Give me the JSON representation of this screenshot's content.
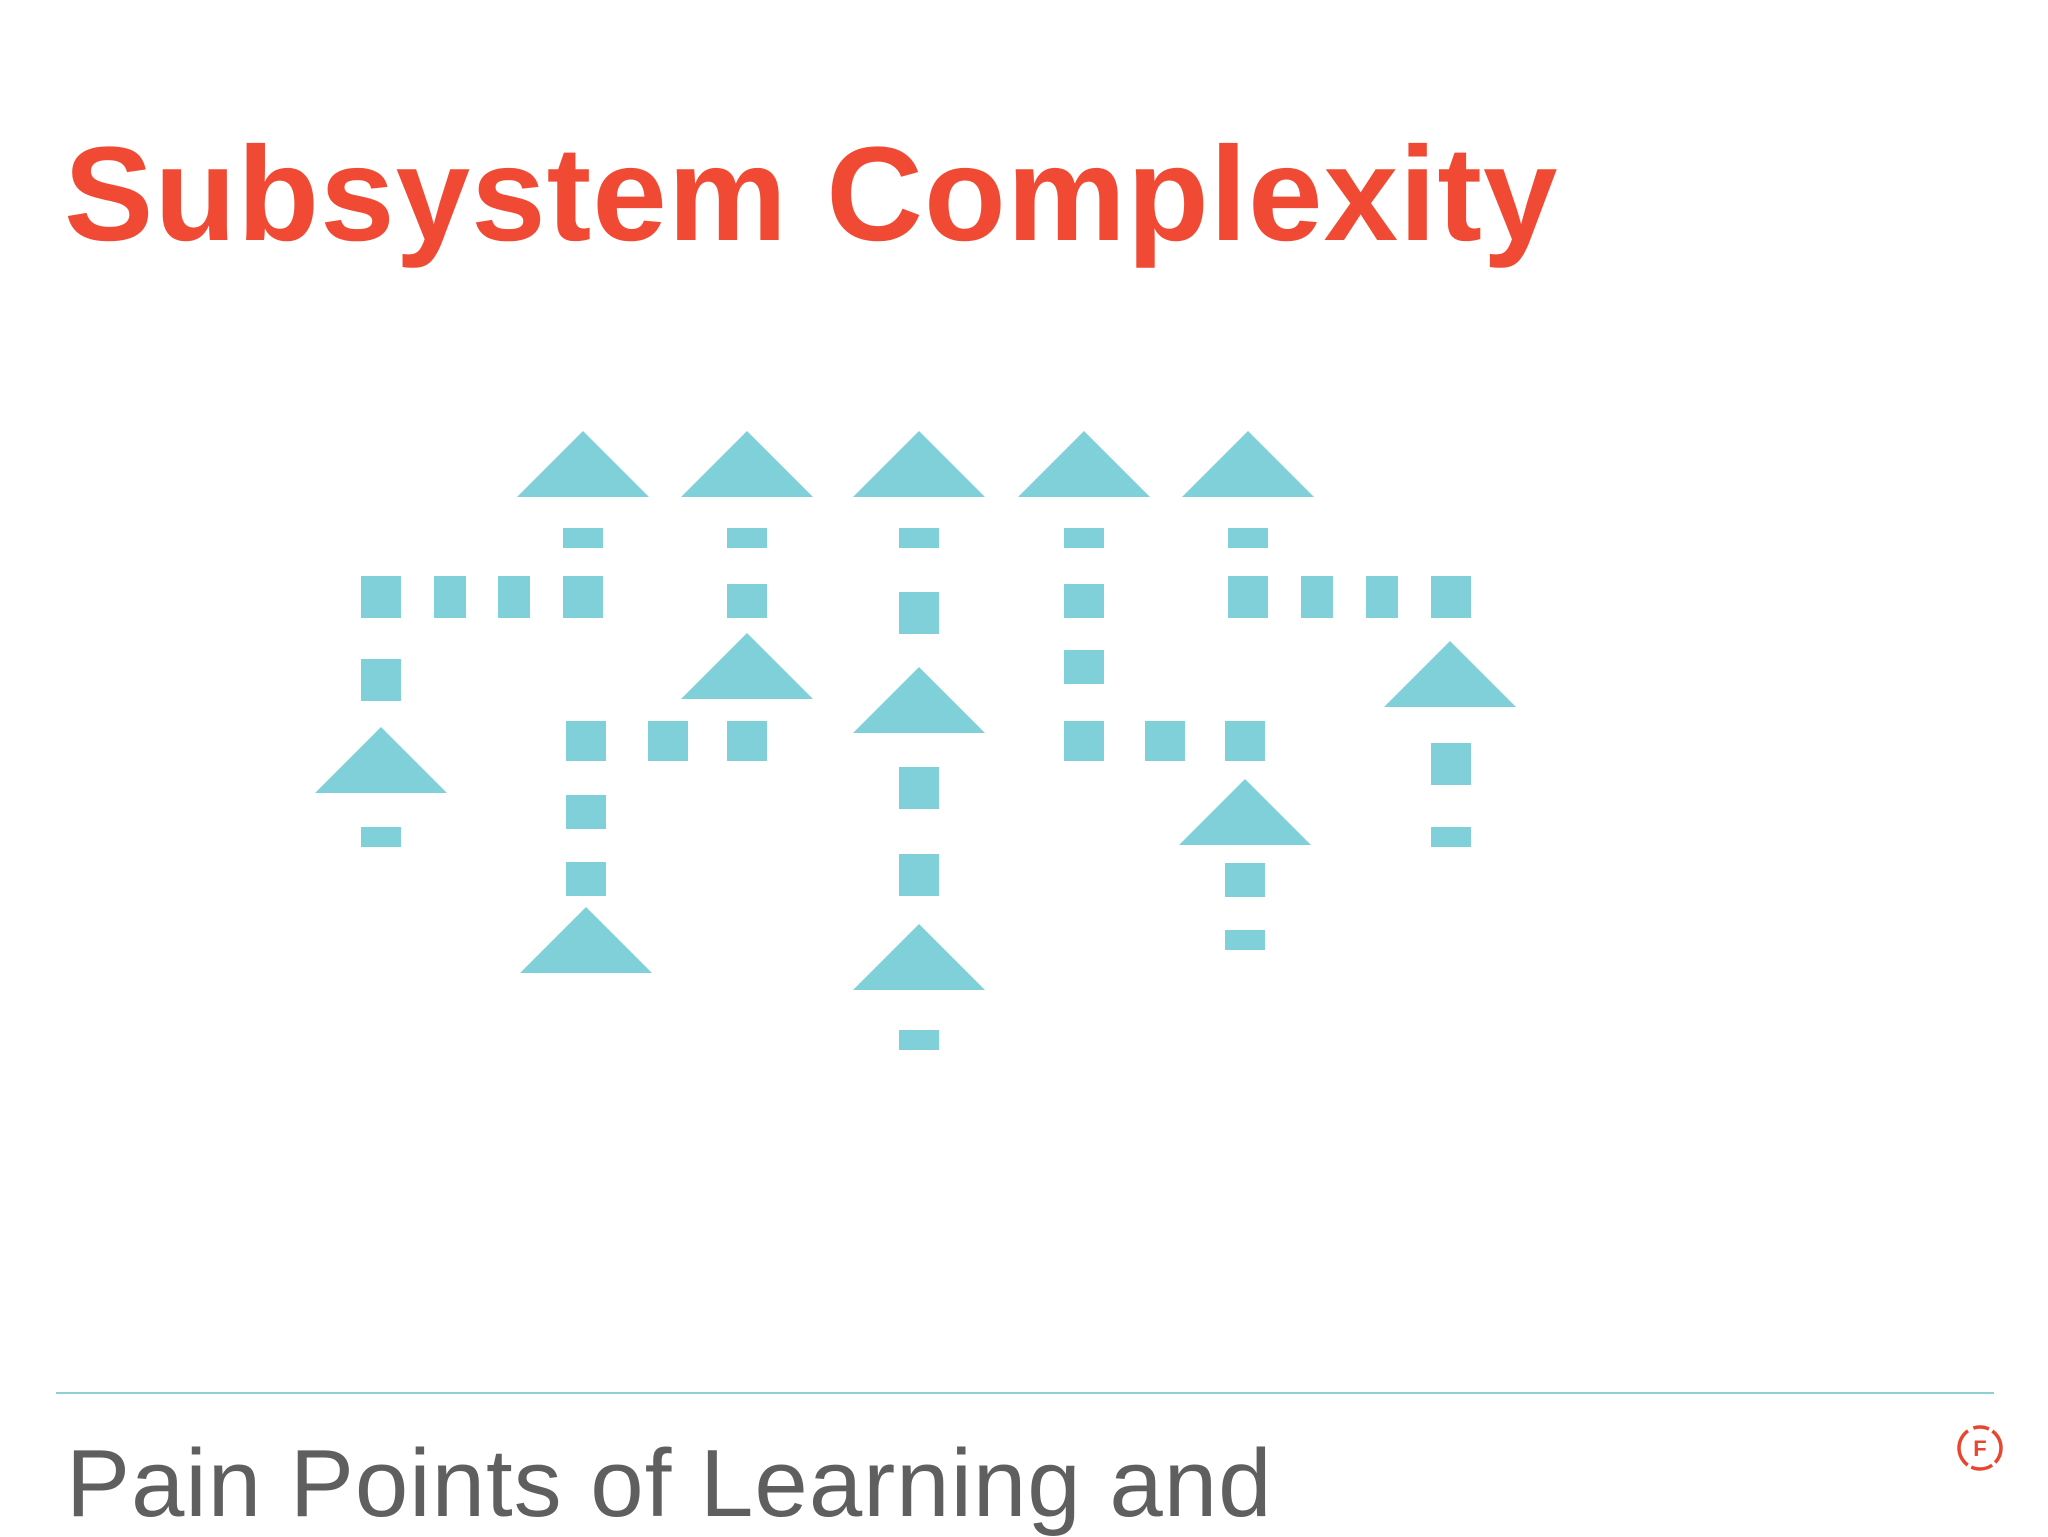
{
  "slide": {
    "title": "Subsystem Complexity",
    "footer": "Pain Points of Learning and"
  },
  "logo": {
    "letter": "F",
    "icon": "brand-logo-icon"
  },
  "colors": {
    "title": "#f04a34",
    "shape": "#7fd0d9",
    "rule": "#8fd0d0",
    "footer": "#5f5f5f",
    "logo": "#e8462e"
  }
}
